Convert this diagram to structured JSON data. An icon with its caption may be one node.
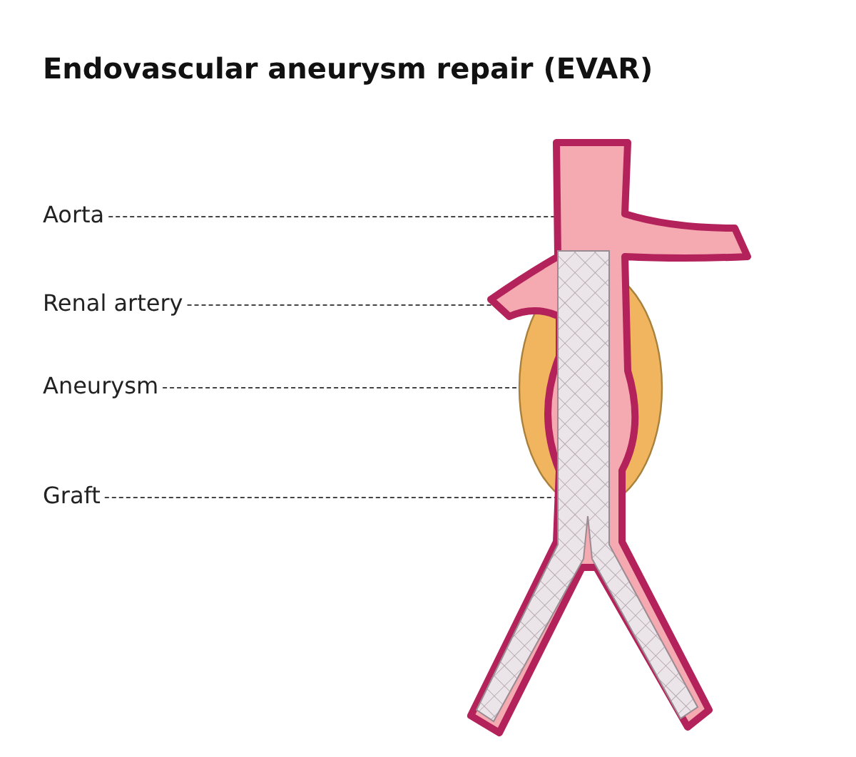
{
  "diagram": {
    "title": "Endovascular aneurysm repair (EVAR)",
    "nodes": [
      {
        "text": [
          "Aorta"
        ]
      },
      {
        "text": [
          "Renal artery"
        ]
      },
      {
        "text": [
          "Aneurysm"
        ]
      },
      {
        "text": [
          "Graft"
        ]
      }
    ],
    "edges": [
      {
        "from": 0,
        "to": null,
        "arrow": "none",
        "style": "dashed"
      },
      {
        "from": 1,
        "to": null,
        "arrow": "none",
        "style": "dashed"
      },
      {
        "from": 2,
        "to": null,
        "arrow": "none",
        "style": "dashed"
      },
      {
        "from": 3,
        "to": null,
        "arrow": "none",
        "style": "dashed"
      }
    ]
  }
}
